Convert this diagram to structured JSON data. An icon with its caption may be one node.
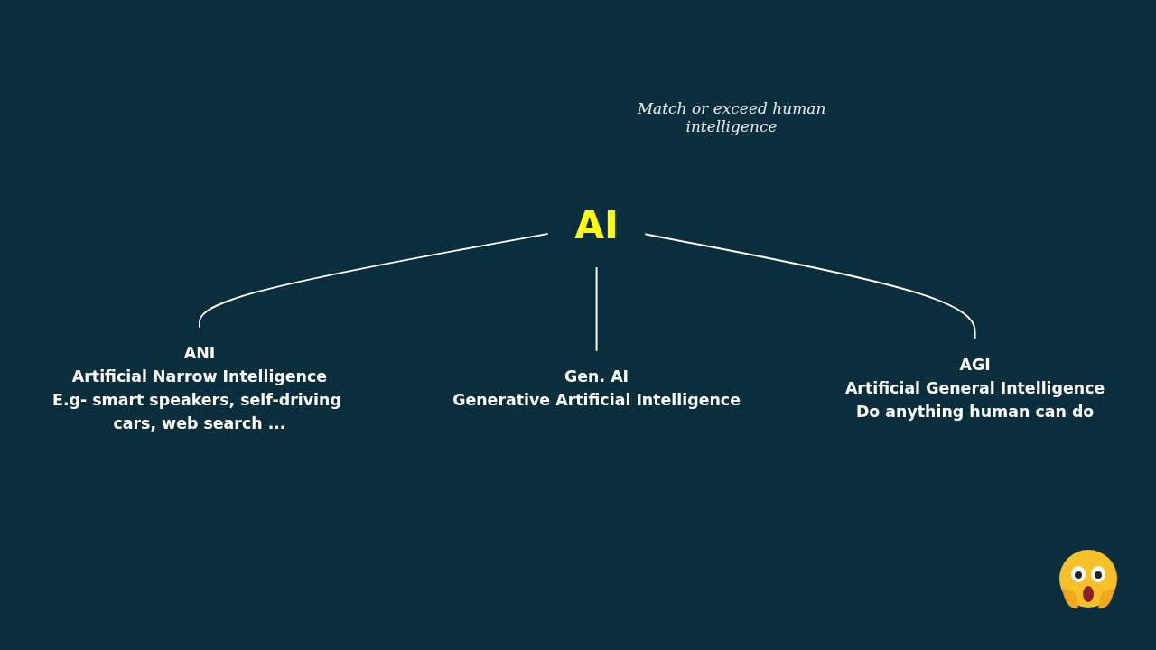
{
  "diagram": {
    "nodes": [
      {
        "text": [
          "AI"
        ],
        "beside": [
          "Match or exceed human intelligence"
        ]
      },
      {
        "text": [
          "ANI",
          "Artificial Narrow Intelligence",
          "E.g- smart speakers, self-driving cars, web search ..."
        ]
      },
      {
        "text": [
          "Gen. AI",
          "Generative Artificial Intelligence"
        ]
      },
      {
        "text": [
          "AGI",
          "Artificial General Intelligence",
          "Do anything human can do"
        ]
      }
    ],
    "edges": [
      {
        "from": 0,
        "to": 1,
        "arrow": "none"
      },
      {
        "from": 0,
        "to": 2,
        "arrow": "none"
      },
      {
        "from": 0,
        "to": 3,
        "arrow": "none"
      }
    ]
  }
}
